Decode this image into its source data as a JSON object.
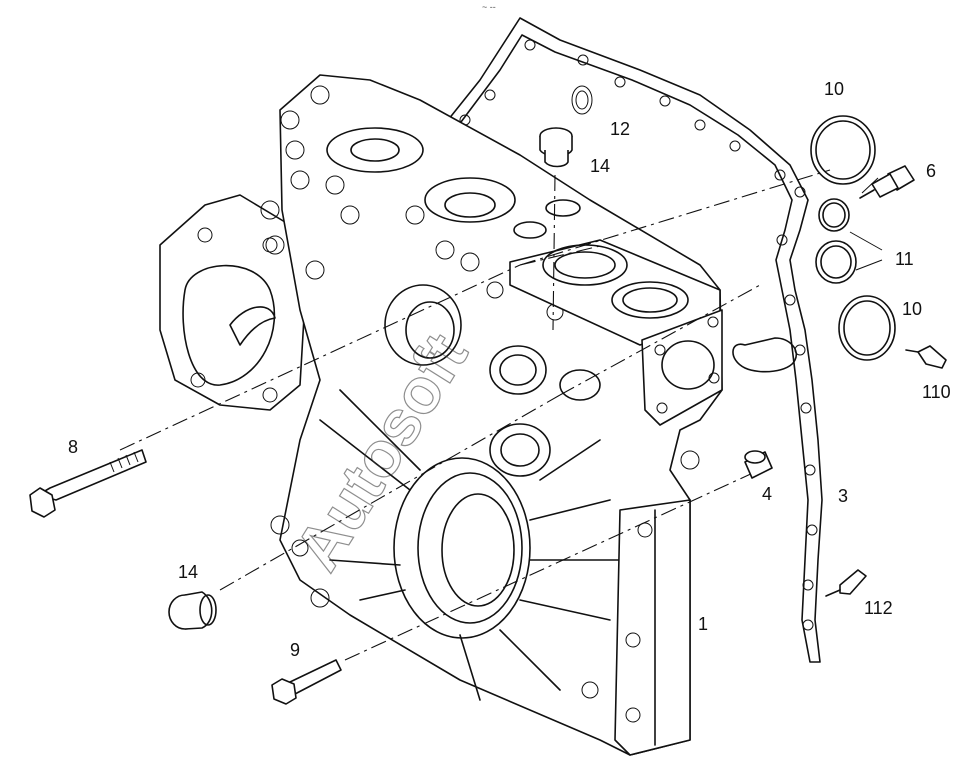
{
  "diagram": {
    "header_mark": "~ --",
    "watermark": "Autosoft",
    "callouts": [
      {
        "id": "c10a",
        "label": "10"
      },
      {
        "id": "c12",
        "label": "12"
      },
      {
        "id": "c6",
        "label": "6"
      },
      {
        "id": "c14a",
        "label": "14"
      },
      {
        "id": "c11",
        "label": "11"
      },
      {
        "id": "c10b",
        "label": "10"
      },
      {
        "id": "c110",
        "label": "110"
      },
      {
        "id": "c8",
        "label": "8"
      },
      {
        "id": "c4",
        "label": "4"
      },
      {
        "id": "c3",
        "label": "3"
      },
      {
        "id": "c14b",
        "label": "14"
      },
      {
        "id": "c112",
        "label": "112"
      },
      {
        "id": "c1",
        "label": "1"
      },
      {
        "id": "c9",
        "label": "9"
      }
    ]
  }
}
